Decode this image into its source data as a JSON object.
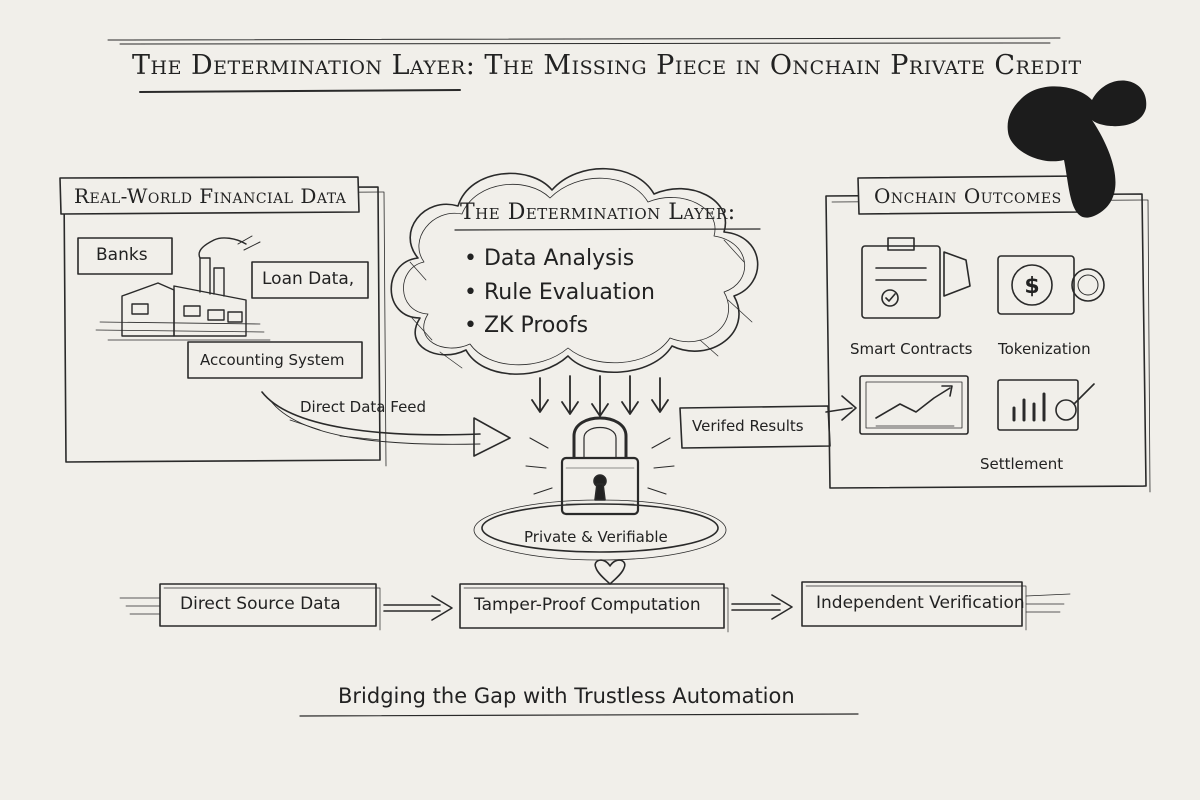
{
  "title": "The Determination Layer: The Missing Piece in Onchain Private Credit",
  "left_panel": {
    "header": "Real-World Financial Data",
    "banks": "Banks",
    "loan_data": "Loan Data,",
    "accounting": "Accounting System",
    "feed_label": "Direct Data Feed"
  },
  "cloud": {
    "header": "The Determination Layer:",
    "items": [
      "Data Analysis",
      "Rule Evaluation",
      "ZK Proofs"
    ]
  },
  "lock_label": "Private & Verifiable",
  "verified_label": "Verifed Results",
  "right_panel": {
    "header": "Onchain Outcomes",
    "smart_contracts": "Smart Contracts",
    "tokenization": "Tokenization",
    "settlement": "Settlement"
  },
  "flow": [
    "Direct Source Data",
    "Tamper-Proof Computation",
    "Independent Verification"
  ],
  "footer": "Bridging the Gap with Trustless Automation"
}
